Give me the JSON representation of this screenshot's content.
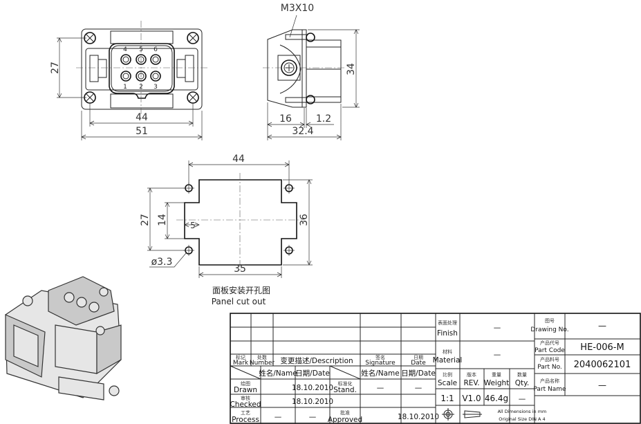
{
  "front_view": {
    "pins": [
      "1",
      "2",
      "3",
      "4",
      "5",
      "6"
    ],
    "dim_height": "27",
    "dim_screw_spacing": "44",
    "dim_width": "51"
  },
  "side_view": {
    "screw_callout": "M3X10",
    "dim_height": "34",
    "dim_left": "16",
    "dim_flange": "1.2",
    "dim_total": "32.4"
  },
  "cutout_view": {
    "dim_hole_spacing": "44",
    "dim_hole_vertical": "27",
    "dim_notch_height": "14",
    "dim_notch_depth": "5",
    "dim_height": "36",
    "dim_width": "35",
    "hole_diameter": "ø3.3",
    "caption_cn": "面板安装开孔图",
    "caption_en": "Panel cut out"
  },
  "title_block": {
    "mark_cn": "标记",
    "mark": "Mark",
    "number_cn": "处数",
    "number": "Number",
    "description": "变更描述/Description",
    "signature_cn": "签名",
    "signature": "Signature",
    "date_cn": "日期",
    "date": "Date",
    "name_col": "姓名/Name",
    "date_col": "日期/Date",
    "drawn_cn": "绘图",
    "drawn": "Drawn",
    "drawn_date": "18.10.2010",
    "stand_cn": "标准化",
    "stand": "Stand.",
    "stand_name": "—",
    "stand_date": "—",
    "checked_cn": "审核",
    "checked": "Checked",
    "checked_date": "18.10.2010",
    "process_cn": "工艺",
    "process": "Process",
    "process_name": "—",
    "process_date": "—",
    "approved_cn": "批准",
    "approved": "Approved",
    "approved_date": "18.10.2010",
    "finish_cn": "表面处理",
    "finish": "Finish",
    "finish_value": "—",
    "material_cn": "材料",
    "material": "Material",
    "material_value": "—",
    "scale_cn": "比例",
    "scale": "Scale",
    "scale_value": "1:1",
    "rev_cn": "版本",
    "rev": "REV.",
    "rev_value": "V1.0",
    "weight_cn": "重量",
    "weight": "Weight",
    "weight_value": "46.4g",
    "qty_cn": "数量",
    "qty": "Qty.",
    "qty_value": "—",
    "dimensions_note_1": "All Dimensions in mm",
    "dimensions_note_2": "Original Size DIN A 4",
    "drawing_no_cn": "图号",
    "drawing_no": "Drawing No.",
    "drawing_no_value": "—",
    "part_code_cn": "产品代号",
    "part_code": "Part Code",
    "part_code_value": "HE-006-M",
    "part_no_cn": "产品料号",
    "part_no": "Part No.",
    "part_no_value": "2040062101",
    "part_name_cn": "产品名称",
    "part_name": "Part Name",
    "part_name_value": "—"
  }
}
